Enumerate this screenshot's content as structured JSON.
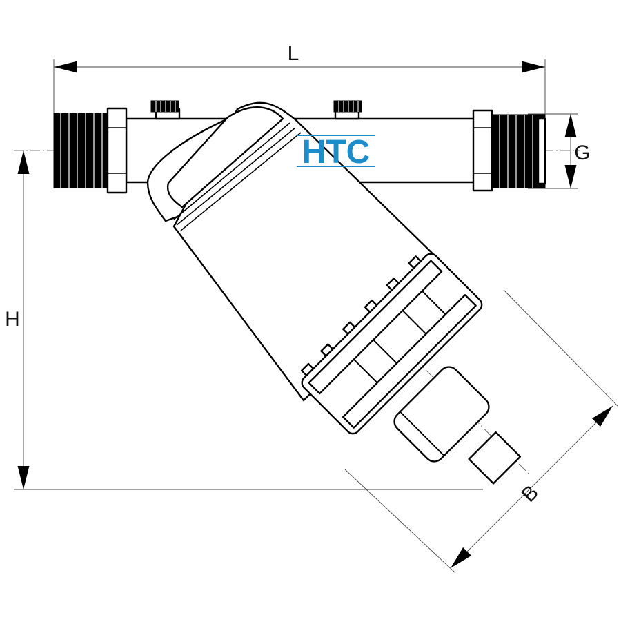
{
  "dimensions": {
    "length": "L",
    "height": "H",
    "thread": "G",
    "body_width": "B"
  },
  "logo": {
    "text": "HTC",
    "color": "#1c8ccb"
  },
  "colors": {
    "line": "#000000",
    "background": "#ffffff"
  }
}
